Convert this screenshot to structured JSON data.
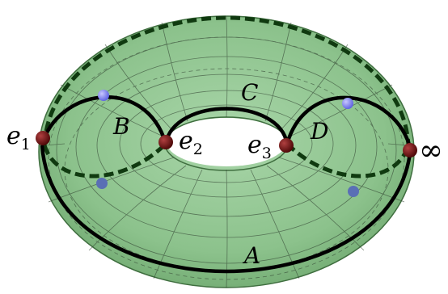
{
  "figure": {
    "colors": {
      "torus_fill": "#8fc58f",
      "torus_edge": "#3f6e3f",
      "mesh": "#2f3f2f",
      "curve": "#000000",
      "dashed_curve": "#103a10",
      "branch_point": "#6e0d0d",
      "blue_point": "#7a7cf2"
    },
    "labels": {
      "e1": {
        "base": "e",
        "sub": "1"
      },
      "e2": {
        "base": "e",
        "sub": "2"
      },
      "e3": {
        "base": "e",
        "sub": "3"
      },
      "inf": "∞",
      "A": "A",
      "B": "B",
      "C": "C",
      "D": "D"
    }
  }
}
